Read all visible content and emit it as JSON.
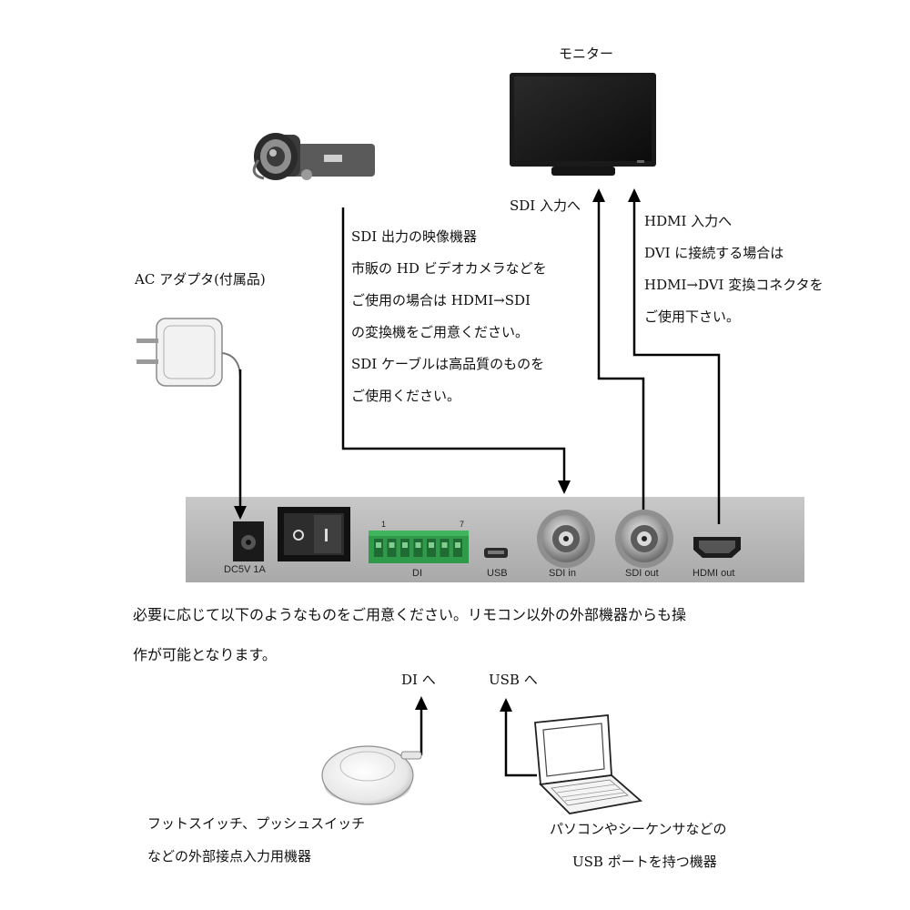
{
  "monitor": {
    "label": "モニター"
  },
  "camera": {
    "desc": [
      "SDI 出力の映像機器",
      "市販の HD ビデオカメラなどを",
      "ご使用の場合は HDMI→SDI",
      "の変換機をご用意ください。",
      "SDI ケーブルは高品質のものを",
      "ご使用ください。"
    ]
  },
  "ac_adapter": {
    "label": "AC アダプタ(付属品)"
  },
  "sdi_input": {
    "label": "SDI 入力へ"
  },
  "hdmi_input": {
    "desc": [
      "HDMI 入力へ",
      "DVI に接続する場合は",
      "HDMI→DVI 変換コネクタを",
      "ご使用下さい。"
    ]
  },
  "device_panel": {
    "dc_label": "DC5V  1A",
    "di_pin_start": "1",
    "di_pin_end": "7",
    "port_labels": {
      "di": "DI",
      "usb": "USB",
      "sdi_in": "SDI in",
      "sdi_out": "SDI out",
      "hdmi_out": "HDMI out"
    }
  },
  "note": {
    "line1": "必要に応じて以下のようなものをご用意ください。リモコン以外の外部機器からも操",
    "line2": "作が可能となります。"
  },
  "di_target": {
    "label": "DI へ"
  },
  "usb_target": {
    "label": "USB へ"
  },
  "foot_switch": {
    "desc": [
      "フットスイッチ、プッシュスイッチ",
      "などの外部接点入力用機器"
    ]
  },
  "pc": {
    "desc": [
      "パソコンやシーケンサなどの",
      "USB ポートを持つ機器"
    ]
  }
}
